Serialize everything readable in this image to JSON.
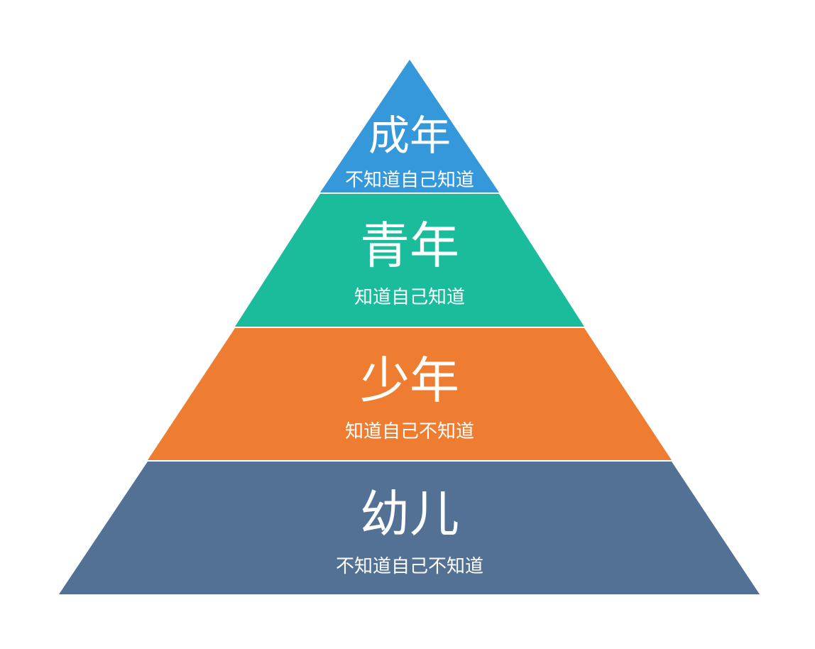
{
  "pyramid": {
    "tiers": [
      {
        "title": "成年",
        "subtitle": "不知道自己知道",
        "color": "#3498db"
      },
      {
        "title": "青年",
        "subtitle": "知道自己知道",
        "color": "#1abc9c"
      },
      {
        "title": "少年",
        "subtitle": "知道自己不知道",
        "color": "#ee7d31"
      },
      {
        "title": "幼儿",
        "subtitle": "不知道自己不知道",
        "color": "#527194"
      }
    ]
  }
}
